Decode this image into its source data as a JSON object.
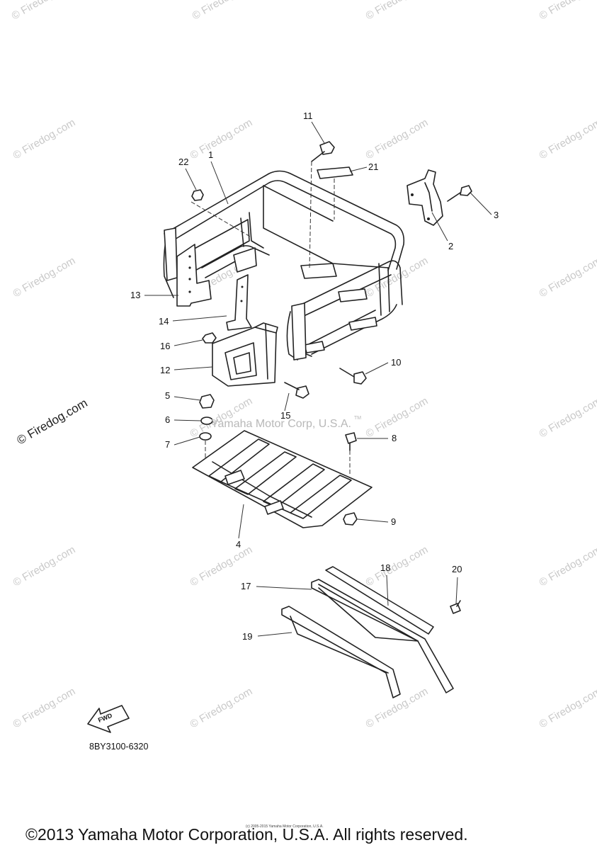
{
  "diagram": {
    "part_code": "8BY3100-6320",
    "fwd_label": "FWD",
    "tm_mark": "TM",
    "center_watermark": "Yamaha Motor Corp, U.S.A.",
    "small_copyright": "(c) 2005-2015 Yamaha Motor Corporation, U.S.A.",
    "footer_copyright": "©2013 Yamaha Motor Corporation, U.S.A. All rights reserved.",
    "watermark_text": "© Firedog.com",
    "callouts": [
      {
        "id": "c1",
        "label": "1"
      },
      {
        "id": "c2",
        "label": "2"
      },
      {
        "id": "c3",
        "label": "3"
      },
      {
        "id": "c4",
        "label": "4"
      },
      {
        "id": "c5",
        "label": "5"
      },
      {
        "id": "c6",
        "label": "6"
      },
      {
        "id": "c7",
        "label": "7"
      },
      {
        "id": "c8",
        "label": "8"
      },
      {
        "id": "c9",
        "label": "9"
      },
      {
        "id": "c10",
        "label": "10"
      },
      {
        "id": "c11",
        "label": "11"
      },
      {
        "id": "c12",
        "label": "12"
      },
      {
        "id": "c13",
        "label": "13"
      },
      {
        "id": "c14",
        "label": "14"
      },
      {
        "id": "c15",
        "label": "15"
      },
      {
        "id": "c16",
        "label": "16"
      },
      {
        "id": "c17",
        "label": "17"
      },
      {
        "id": "c18",
        "label": "18"
      },
      {
        "id": "c19",
        "label": "19"
      },
      {
        "id": "c20",
        "label": "20"
      },
      {
        "id": "c21",
        "label": "21"
      },
      {
        "id": "c22",
        "label": "22"
      }
    ]
  }
}
